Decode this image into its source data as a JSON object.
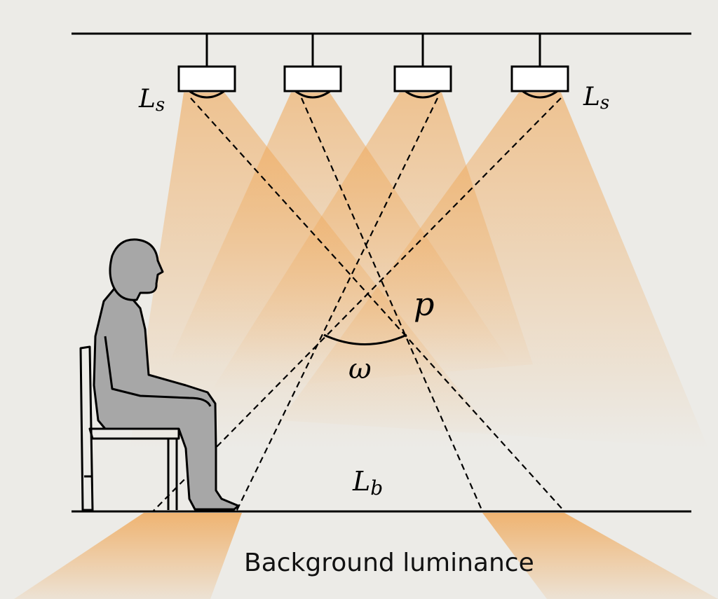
{
  "labels": {
    "source_left": {
      "main": "L",
      "sub": "s"
    },
    "source_right": {
      "main": "L",
      "sub": "s"
    },
    "point": "p",
    "solid_angle": "ω",
    "background": {
      "main": "L",
      "sub": "b"
    },
    "caption": "Background luminance"
  },
  "colors": {
    "background": "#ecebe7",
    "light": "#f0a14a",
    "figure_fill": "#a7a7a7",
    "line": "#000000"
  },
  "icons": {
    "luminaire": "ceiling-light-icon",
    "person": "seated-person-icon",
    "chair": "chair-icon"
  }
}
